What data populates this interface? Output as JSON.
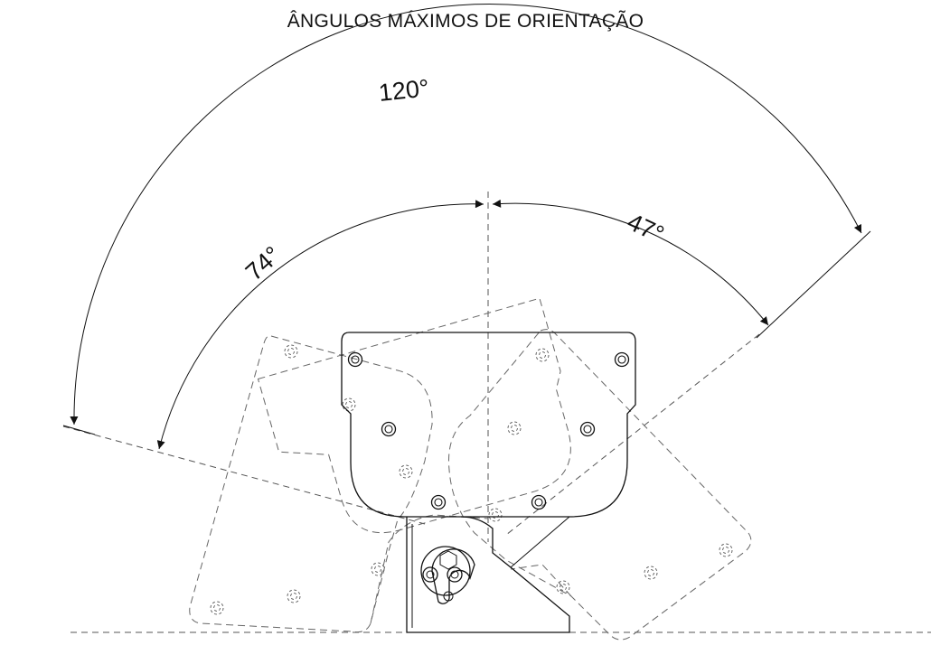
{
  "title": "ÂNGULOS MÁXIMOS DE ORIENTAÇÃO",
  "angles": {
    "total": "120°",
    "left": "74°",
    "right": "47°"
  }
}
